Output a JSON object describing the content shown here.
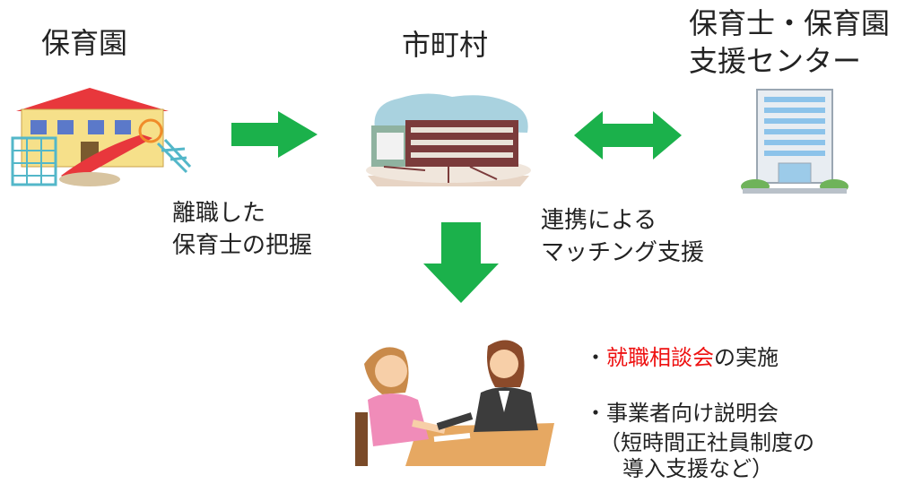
{
  "labels": {
    "nursery": "保育園",
    "city": "市町村",
    "center_line1": "保育士・保育園",
    "center_line2": "支援センター"
  },
  "edges": {
    "grasp_line1": "離職した",
    "grasp_line2": "保育士の把握",
    "match_line1": "連携による",
    "match_line2": "マッチング支援"
  },
  "activities": {
    "bullet": "・",
    "item1_highlight": "就職相談会",
    "item1_rest": "の実施",
    "item2": "事業者向け説明会",
    "item2_paren1": "（短時間正社員制度の",
    "item2_paren2": "導入支援など）"
  },
  "colors": {
    "arrow": "#1bb14b",
    "highlight": "#ee1111"
  },
  "icons": [
    "nursery-building-icon",
    "city-hall-icon",
    "office-tower-icon",
    "consultation-people-icon"
  ]
}
